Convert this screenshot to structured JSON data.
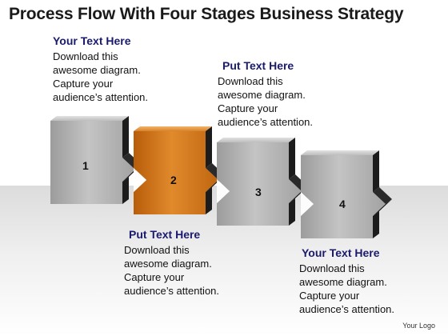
{
  "title": "Process Flow With Four Stages Business Strategy",
  "colors": {
    "heading": "#1a1a6e",
    "accent": "#d87a17",
    "piece": "#a9a9a9"
  },
  "stages": [
    {
      "number": "1",
      "heading": "Your Text Here",
      "lines": [
        "Download this",
        "awesome diagram.",
        "Capture your",
        "audience’s attention."
      ]
    },
    {
      "number": "2",
      "heading": "Put Text Here",
      "lines": [
        "Download this",
        "awesome diagram.",
        "Capture your",
        "audience’s attention."
      ]
    },
    {
      "number": "3",
      "heading": "Put Text Here",
      "lines": [
        "Download this",
        "awesome diagram.",
        "Capture your",
        "audience’s attention."
      ]
    },
    {
      "number": "4",
      "heading": "Your Text Here",
      "lines": [
        "Download this",
        "awesome diagram.",
        "Capture your",
        "audience’s attention."
      ]
    }
  ],
  "logo": "Your Logo"
}
